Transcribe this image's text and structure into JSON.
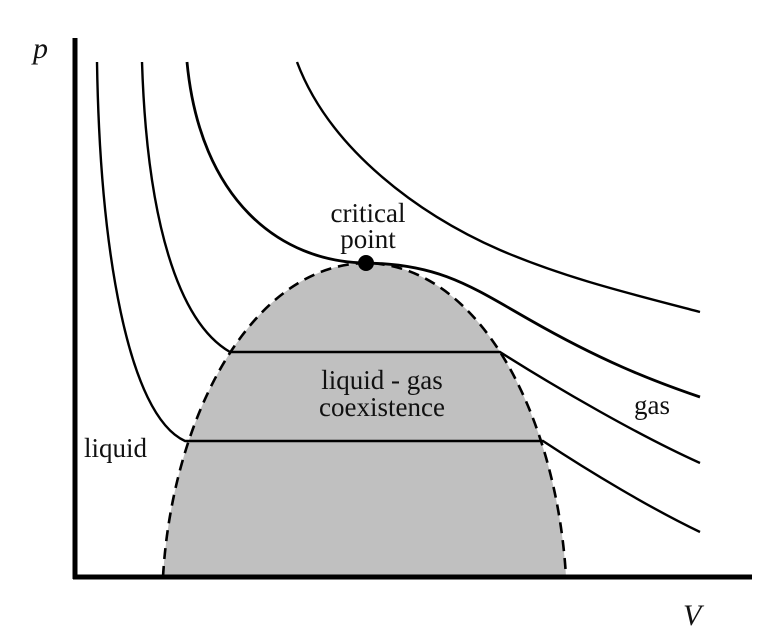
{
  "axes": {
    "y_label": "p",
    "x_label": "V"
  },
  "labels": {
    "critical_line1": "critical",
    "critical_line2": "point",
    "coexistence_line1": "liquid - gas",
    "coexistence_line2": "coexistence",
    "liquid": "liquid",
    "gas": "gas"
  },
  "colors": {
    "coexistence_fill": "#c0c0c0",
    "lines": "#000000"
  }
}
